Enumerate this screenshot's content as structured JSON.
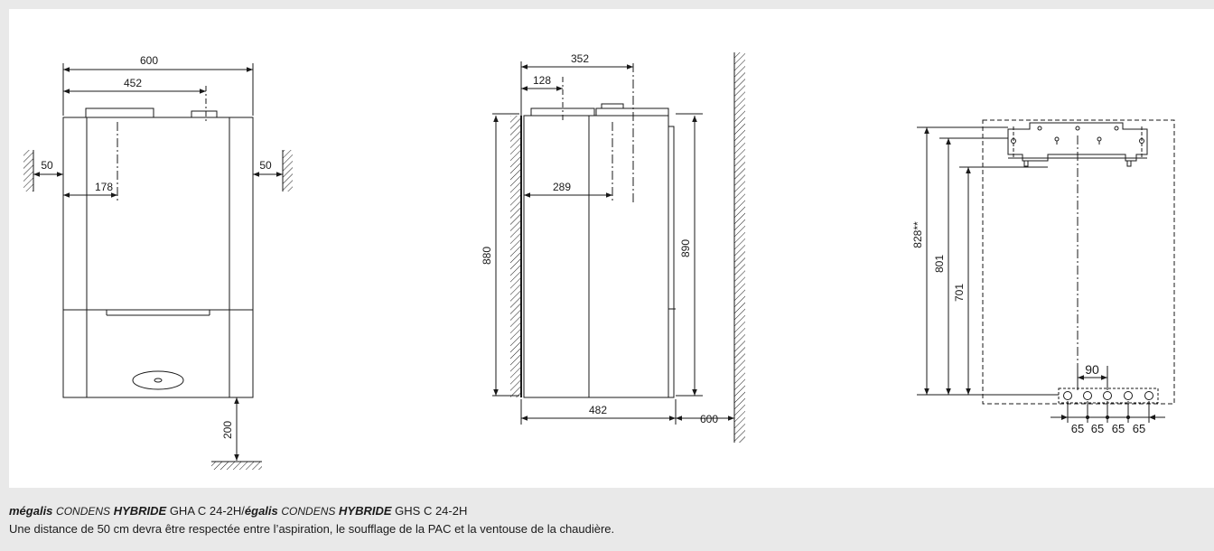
{
  "front_view": {
    "dims": {
      "total_width": "600",
      "flue_offset": "452",
      "side_left": "50",
      "side_right": "50",
      "inner_offset": "178",
      "floor_clearance": "200"
    }
  },
  "side_view": {
    "dims": {
      "outer_offset": "352",
      "inner_offset": "128",
      "flue_depth": "289",
      "left_height": "880",
      "right_height": "890",
      "depth": "482",
      "front_clearance": "600"
    }
  },
  "bracket_view": {
    "dims": {
      "total_height": "828**",
      "mid_height": "801",
      "low_height": "701",
      "pipe_spacing": "90",
      "spacing_1": "65",
      "spacing_2": "65",
      "spacing_3": "65",
      "spacing_4": "65"
    }
  },
  "caption": {
    "model1_name": "mégalis",
    "model1_series": "CONDENS",
    "model1_type": "HYBRIDE",
    "model1_ref": " GHA C 24-2H/",
    "model2_name": "égalis",
    "model2_series": "CONDENS",
    "model2_type": "HYBRIDE",
    "model2_ref": " GHS C 24-2H",
    "note": "Une distance de 50 cm devra être respectée entre l’aspiration, le soufflage de la PAC et la ventouse de la chaudière."
  },
  "colors": {
    "background": "#e9e9e9",
    "panel": "#ffffff",
    "line": "#1a1a1a"
  }
}
